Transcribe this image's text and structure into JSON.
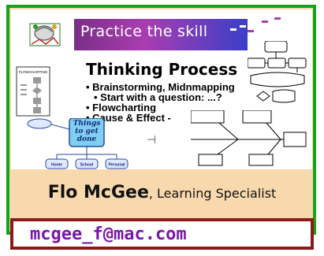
{
  "slide": {
    "banner_title": "Practice the skill",
    "section_title": "Thinking Process",
    "bullets": [
      "• Brainstorming, Midnmapping",
      "• Start with a question: ...?",
      "• Flowcharting",
      "• Cause & Effect -"
    ],
    "doc_icon_label": "FLOWCHARTING",
    "mindmap": {
      "center": "Things to get done",
      "branches": [
        "Home",
        "School",
        "Personal"
      ]
    }
  },
  "presenter": {
    "name": "Flo McGee",
    "role": ", Learning Specialist"
  },
  "contact": {
    "email": "mcgee_f@mac.com"
  },
  "colors": {
    "border_green": "#16a21b",
    "card_bg": "#f7d9ad",
    "email_border": "#8b1a1a",
    "email_text": "#7a16a6",
    "banner_purple": "#a93db0"
  }
}
